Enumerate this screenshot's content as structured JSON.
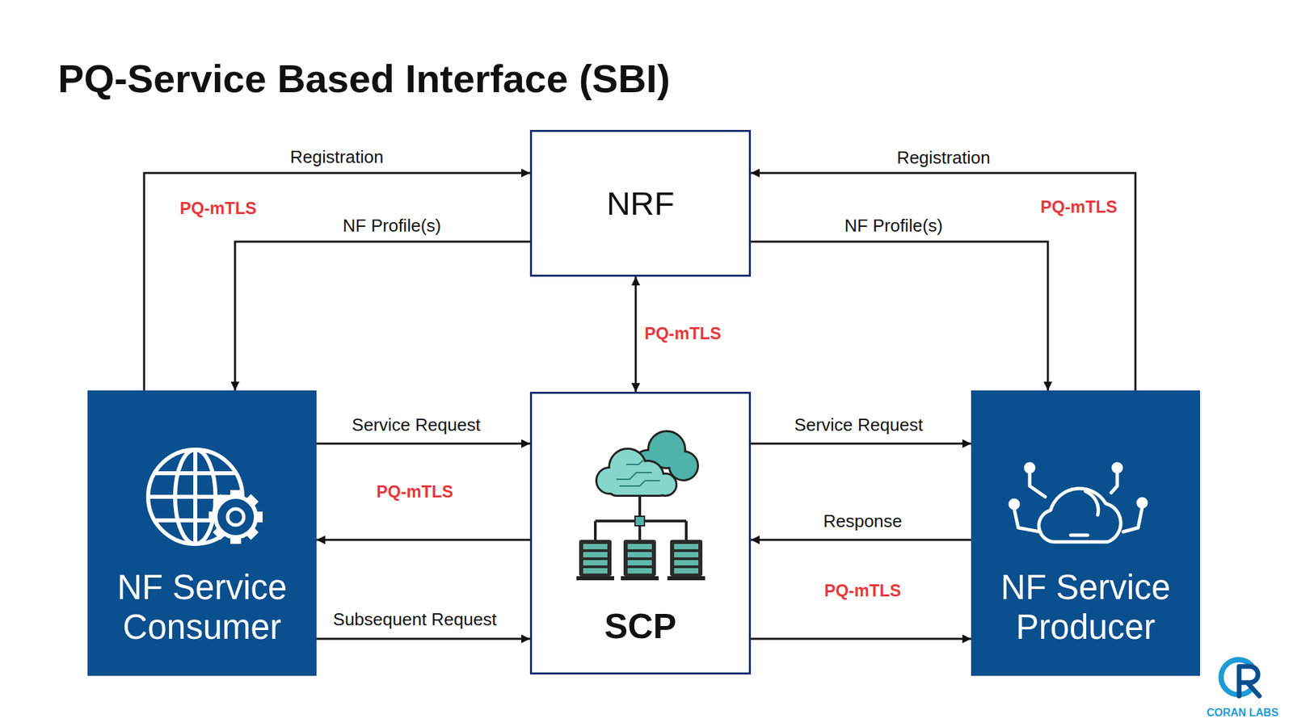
{
  "diagram": {
    "title": "PQ-Service Based Interface (SBI)",
    "nodes": [
      {
        "text": [
          "NRF"
        ]
      },
      {
        "text": [
          "NF Service Consumer"
        ]
      },
      {
        "text": [
          "SCP"
        ]
      },
      {
        "text": [
          "NF Service Producer"
        ]
      }
    ],
    "edges": [
      {
        "from": 1,
        "to": 0,
        "label": "Registration",
        "arrow": "to"
      },
      {
        "from": 0,
        "to": 1,
        "label": "NF Profile(s)",
        "arrow": "to"
      },
      {
        "from": 3,
        "to": 0,
        "label": "Registration",
        "arrow": "to"
      },
      {
        "from": 0,
        "to": 3,
        "label": "NF Profile(s)",
        "arrow": "to"
      },
      {
        "from": 0,
        "to": 2,
        "label": "PQ-mTLS",
        "arrow": "both"
      },
      {
        "from": 1,
        "to": 2,
        "label": "Service Request",
        "arrow": "to"
      },
      {
        "from": 2,
        "to": 1,
        "arrow": "to"
      },
      {
        "from": 1,
        "to": 2,
        "label": "Subsequent Request",
        "arrow": "to"
      },
      {
        "from": 2,
        "to": 3,
        "label": "Service Request",
        "arrow": "to"
      },
      {
        "from": 3,
        "to": 2,
        "label": "Response",
        "arrow": "to"
      },
      {
        "from": 2,
        "to": 3,
        "arrow": "to"
      }
    ],
    "labels": [
      "PQ-mTLS",
      "PQ-mTLS",
      "PQ-mTLS",
      "PQ-mTLS",
      "CORAN LABS"
    ]
  }
}
